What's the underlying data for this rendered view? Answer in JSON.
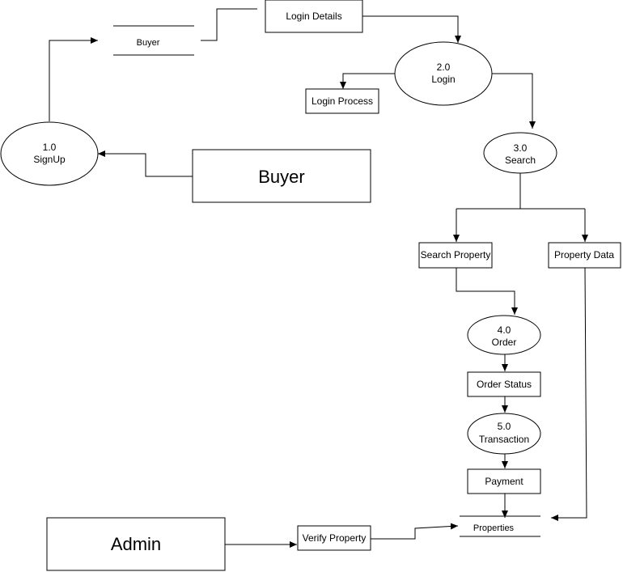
{
  "diagram": {
    "entities": {
      "buyer": "Buyer",
      "admin": "Admin"
    },
    "stores": {
      "buyer_store": "Buyer",
      "properties_store": "Properties"
    },
    "processes": {
      "p1_num": "1.0",
      "p1_name": "SignUp",
      "p2_num": "2.0",
      "p2_name": "Login",
      "p3_num": "3.0",
      "p3_name": "Search",
      "p4_num": "4.0",
      "p4_name": "Order",
      "p5_num": "5.0",
      "p5_name": "Transaction"
    },
    "boxes": {
      "login_details": "Login Details",
      "login_process": "Login Process",
      "search_property": "Search Property",
      "property_data": "Property Data",
      "order_status": "Order Status",
      "payment": "Payment",
      "verify_property": "Verify Property"
    },
    "colors": {
      "stroke": "#000000",
      "fill": "#ffffff"
    }
  }
}
